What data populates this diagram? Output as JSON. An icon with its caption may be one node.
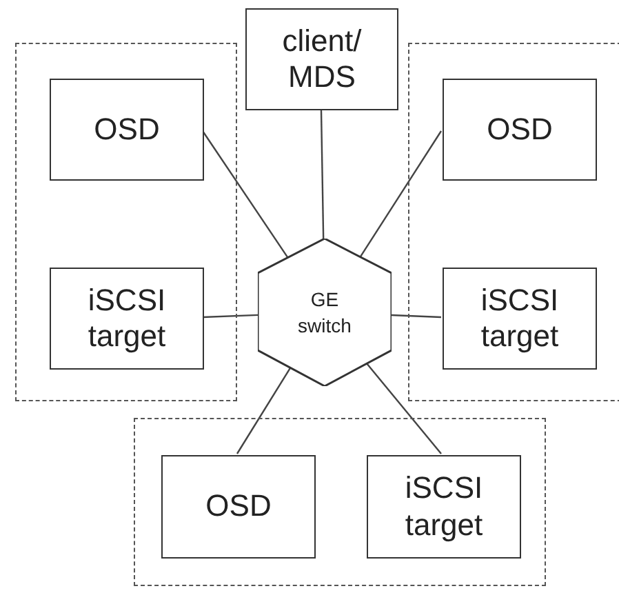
{
  "diagram": {
    "nodes": [
      {
        "text": [
          "client/ MDS"
        ]
      },
      {
        "text": [],
        "shape": "box"
      },
      {
        "text": [
          "OSD"
        ],
        "in": 1
      },
      {
        "text": [
          "iSCSI target"
        ],
        "in": 1
      },
      {
        "text": [],
        "shape": "box"
      },
      {
        "text": [
          "OSD"
        ],
        "in": 4
      },
      {
        "text": [
          "iSCSI target"
        ],
        "in": 4
      },
      {
        "text": [
          "GE switch"
        ]
      },
      {
        "text": [],
        "shape": "box"
      },
      {
        "text": [
          "OSD"
        ],
        "in": 8
      },
      {
        "text": [
          "iSCSI target"
        ],
        "in": 8
      }
    ],
    "edges": [
      {
        "from": 0,
        "to": 7,
        "arrow": "none"
      },
      {
        "from": 2,
        "to": 7,
        "arrow": "none"
      },
      {
        "from": 5,
        "to": 7,
        "arrow": "none"
      },
      {
        "from": 3,
        "to": 7,
        "arrow": "none"
      },
      {
        "from": 6,
        "to": 7,
        "arrow": "none"
      },
      {
        "from": 7,
        "to": 9,
        "arrow": "none"
      },
      {
        "from": 7,
        "to": 10,
        "arrow": "none"
      }
    ]
  }
}
